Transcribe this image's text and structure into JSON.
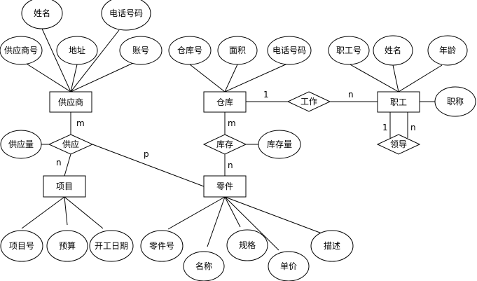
{
  "diagram": {
    "entities": {
      "supplier": "供应商",
      "warehouse": "仓库",
      "employee": "职工",
      "project": "项目",
      "part": "零件"
    },
    "relationships": {
      "supply": "供应",
      "stock": "库存",
      "work": "工作",
      "lead": "领导"
    },
    "attributes": {
      "supplier_name": "姓名",
      "supplier_phone": "电话号码",
      "supplier_no": "供应商号",
      "supplier_address": "地址",
      "supplier_account": "账号",
      "warehouse_no": "仓库号",
      "warehouse_area": "面积",
      "warehouse_phone": "电话号码",
      "employee_no": "职工号",
      "employee_name": "姓名",
      "employee_age": "年龄",
      "employee_title": "职称",
      "supply_quantity": "供应量",
      "stock_quantity": "库存量",
      "project_no": "项目号",
      "project_budget": "预算",
      "project_start": "开工日期",
      "part_no": "零件号",
      "part_name": "名称",
      "part_spec": "规格",
      "part_price": "单价",
      "part_desc": "描述"
    },
    "cardinalities": {
      "supply_supplier": "m",
      "supply_project": "n",
      "supply_part": "p",
      "stock_warehouse": "m",
      "stock_part": "n",
      "work_warehouse": "1",
      "work_employee": "n",
      "lead_one": "1",
      "lead_many": "n"
    }
  }
}
